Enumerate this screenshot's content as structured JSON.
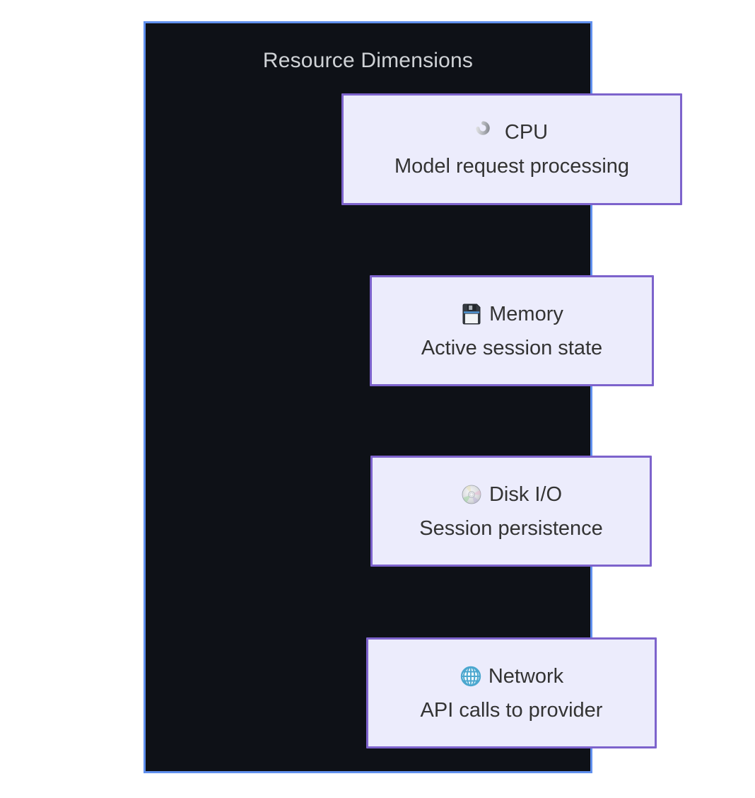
{
  "diagram": {
    "title": "Resource Dimensions",
    "colors": {
      "page_background": "#ffffff",
      "panel_background": "#0e1117",
      "panel_border": "#6090ee",
      "panel_title_color": "#cfd2d6",
      "node_fill": "#ececfc",
      "node_border": "#7d63cc",
      "node_text": "#333333"
    },
    "nodes": [
      {
        "icon": "wrench-icon",
        "name": "CPU",
        "description": "Model request processing"
      },
      {
        "icon": "floppy-disk-icon",
        "name": "Memory",
        "description": "Active session state"
      },
      {
        "icon": "cd-disc-icon",
        "name": "Disk I/O",
        "description": "Session persistence"
      },
      {
        "icon": "globe-icon",
        "name": "Network",
        "description": "API calls to provider"
      }
    ]
  }
}
